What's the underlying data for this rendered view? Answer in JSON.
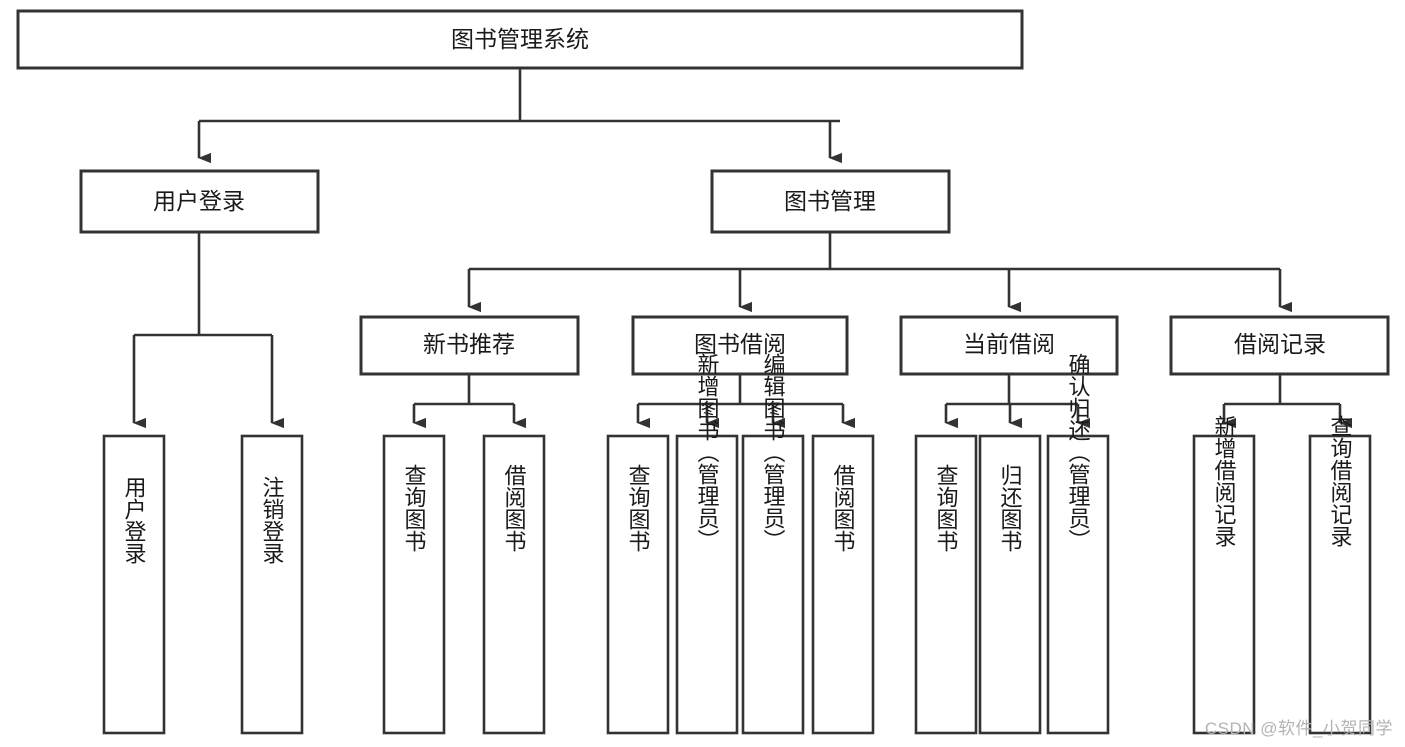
{
  "diagram": {
    "type": "hierarchy-tree",
    "title": "图书管理系统",
    "watermark": "CSDN @软件_小贺同学",
    "colors": {
      "stroke": "#333333",
      "fill": "#ffffff",
      "text": "#1a1a1a",
      "watermark": "#b3b3b3"
    },
    "levels": {
      "root": {
        "label": "图书管理系统"
      },
      "level1": [
        {
          "label": "用户登录"
        },
        {
          "label": "图书管理"
        }
      ],
      "level2": [
        {
          "label": "新书推荐"
        },
        {
          "label": "图书借阅"
        },
        {
          "label": "当前借阅"
        },
        {
          "label": "借阅记录"
        }
      ],
      "leaves": {
        "user_login": [
          {
            "label": "用户登录"
          },
          {
            "label": "注销登录"
          }
        ],
        "new_book_rec": [
          {
            "label": "查询图书"
          },
          {
            "label": "借阅图书"
          }
        ],
        "book_borrow": [
          {
            "label": "查询图书"
          },
          {
            "label": "新增图书（管理员）"
          },
          {
            "label": "编辑图书（管理员）"
          },
          {
            "label": "借阅图书"
          }
        ],
        "current_borrow": [
          {
            "label": "查询图书"
          },
          {
            "label": "归还图书"
          },
          {
            "label": "确认归还（管理员）"
          }
        ],
        "borrow_record": [
          {
            "label": "新增借阅记录"
          },
          {
            "label": "查询借阅记录"
          }
        ]
      }
    }
  }
}
